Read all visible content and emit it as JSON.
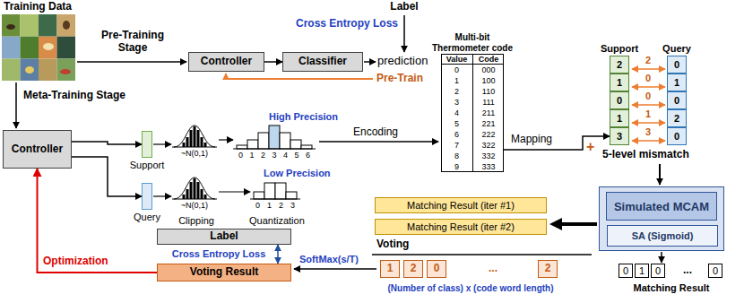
{
  "diagram": {
    "nodes": [
      {
        "text": [
          "Controller"
        ]
      },
      {
        "text": [
          "Classifier"
        ]
      },
      {
        "text": [
          "Controller"
        ]
      },
      {
        "text": [
          "Support"
        ]
      },
      {
        "text": [
          "Query"
        ]
      },
      {
        "text": [
          "Multi-bit Thermometer code"
        ]
      },
      {
        "text": [
          "Support"
        ]
      },
      {
        "text": [
          "Query"
        ]
      },
      {
        "text": [
          "Simulated MCAM"
        ]
      },
      {
        "text": [
          "SA (Sigmoid)"
        ],
        "in": 8
      },
      {
        "text": [
          "Matching Result (iter #1)"
        ]
      },
      {
        "text": [
          "Matching Result (iter #2)"
        ]
      },
      {
        "text": [
          "Label"
        ]
      },
      {
        "text": [
          "Voting Result"
        ]
      }
    ],
    "edges": [
      {
        "from": 0,
        "to": 1,
        "arrow": "to"
      },
      {
        "from": 2,
        "to": 3,
        "arrow": "to"
      },
      {
        "from": 2,
        "to": 4,
        "arrow": "to"
      },
      {
        "from": 5,
        "to": 6,
        "label": "Mapping",
        "arrow": "to"
      },
      {
        "from": 12,
        "to": 13,
        "label": "Cross Entropy Loss",
        "arrow": "both"
      },
      {
        "from": 13,
        "to": 2,
        "label": "Optimization",
        "arrow": "to"
      }
    ],
    "labels": [
      "Training Data",
      "Pre-Training Stage",
      "Label",
      "Cross Entropy Loss",
      "prediction",
      "Pre-Train",
      "Meta-Training Stage",
      "~N(0,1)",
      "~N(0,1)",
      "Clipping",
      "High Precision",
      "0 1 2 3 4 5 6",
      "Low Precision",
      "0 1 2 3",
      "Quantization",
      "Encoding",
      "Value",
      "Code",
      "0",
      "000",
      "1",
      "100",
      "2",
      "110",
      "3",
      "111",
      "4",
      "211",
      "5",
      "221",
      "6",
      "222",
      "7",
      "322",
      "8",
      "332",
      "9",
      "333",
      "2",
      "1",
      "0",
      "1",
      "3",
      "2",
      "0",
      "0",
      "1",
      "3",
      "0",
      "1",
      "0",
      "2",
      "0",
      "+",
      "5-level mismatch",
      "0",
      "1",
      "0",
      "...",
      "0",
      "Matching Result",
      "Voting",
      "1",
      "2",
      "0",
      "...",
      "2",
      "(Number of class) x (code word length)",
      "SoftMax(s/T)"
    ]
  }
}
